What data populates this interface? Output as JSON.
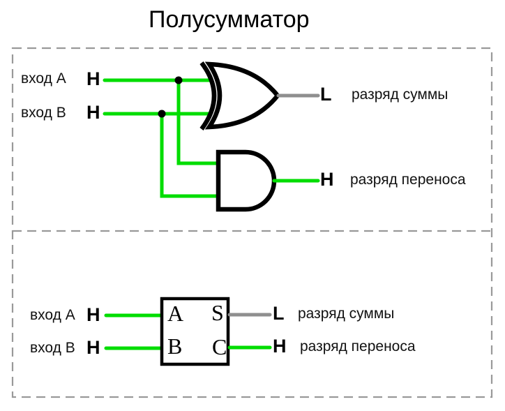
{
  "title": "Полусумматор",
  "colors": {
    "wire_active_green": "#00dd00",
    "wire_inactive_gray": "#8f8f8f",
    "gate_outline_black": "#000000",
    "dashed_border_gray": "#999999"
  },
  "section_gates": {
    "input_a_label": "вход A",
    "input_a_level": "H",
    "input_b_label": "вход B",
    "input_b_level": "H",
    "sum_level": "L",
    "sum_label": "разряд суммы",
    "carry_level": "H",
    "carry_label": "разряд переноса",
    "gates": [
      "xor-gate",
      "and-gate"
    ]
  },
  "section_block": {
    "input_a_label": "вход A",
    "input_a_level": "H",
    "input_b_label": "вход B",
    "input_b_level": "H",
    "pin_a": "A",
    "pin_b": "B",
    "pin_s": "S",
    "pin_c": "C",
    "sum_level": "L",
    "sum_label": "разряд суммы",
    "carry_level": "H",
    "carry_label": "разряд переноса"
  }
}
